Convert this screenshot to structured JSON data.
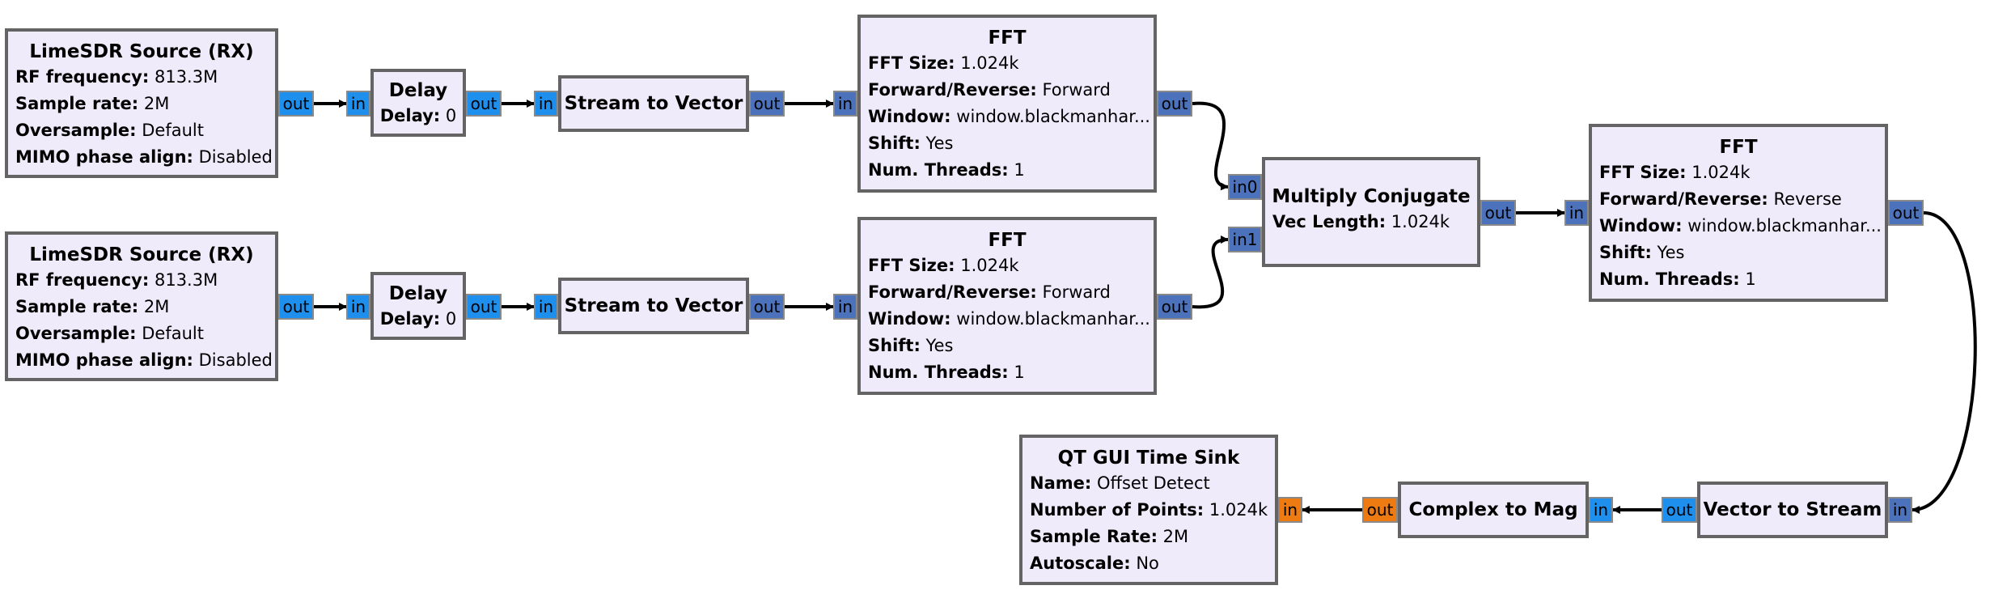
{
  "colors": {
    "block_fill": "#efebfb",
    "block_border": "#646464",
    "port_complex": "#1f8fee",
    "port_complex_vector": "#4b72bb",
    "port_float": "#ee7a12",
    "wire": "#000000"
  },
  "blocks": {
    "src1": {
      "title": "LimeSDR Source (RX)",
      "params": [
        {
          "key": "RF frequency:",
          "value": "813.3M"
        },
        {
          "key": "Sample rate:",
          "value": "2M"
        },
        {
          "key": "Oversample:",
          "value": "Default"
        },
        {
          "key": "MIMO phase align:",
          "value": "Disabled"
        }
      ]
    },
    "src2": {
      "title": "LimeSDR Source (RX)",
      "params": [
        {
          "key": "RF frequency:",
          "value": "813.3M"
        },
        {
          "key": "Sample rate:",
          "value": "2M"
        },
        {
          "key": "Oversample:",
          "value": "Default"
        },
        {
          "key": "MIMO phase align:",
          "value": "Disabled"
        }
      ]
    },
    "delay1": {
      "title": "Delay",
      "params": [
        {
          "key": "Delay:",
          "value": "0"
        }
      ]
    },
    "delay2": {
      "title": "Delay",
      "params": [
        {
          "key": "Delay:",
          "value": "0"
        }
      ]
    },
    "s2v1": {
      "title": "Stream to Vector"
    },
    "s2v2": {
      "title": "Stream to Vector"
    },
    "fft1": {
      "title": "FFT",
      "params": [
        {
          "key": "FFT Size:",
          "value": "1.024k"
        },
        {
          "key": "Forward/Reverse:",
          "value": "Forward"
        },
        {
          "key": "Window:",
          "value": "window.blackmanhar..."
        },
        {
          "key": "Shift:",
          "value": "Yes"
        },
        {
          "key": "Num. Threads:",
          "value": "1"
        }
      ]
    },
    "fft2": {
      "title": "FFT",
      "params": [
        {
          "key": "FFT Size:",
          "value": "1.024k"
        },
        {
          "key": "Forward/Reverse:",
          "value": "Forward"
        },
        {
          "key": "Window:",
          "value": "window.blackmanhar..."
        },
        {
          "key": "Shift:",
          "value": "Yes"
        },
        {
          "key": "Num. Threads:",
          "value": "1"
        }
      ]
    },
    "mult": {
      "title": "Multiply Conjugate",
      "params": [
        {
          "key": "Vec Length:",
          "value": "1.024k"
        }
      ]
    },
    "fft3": {
      "title": "FFT",
      "params": [
        {
          "key": "FFT Size:",
          "value": "1.024k"
        },
        {
          "key": "Forward/Reverse:",
          "value": "Reverse"
        },
        {
          "key": "Window:",
          "value": "window.blackmanhar..."
        },
        {
          "key": "Shift:",
          "value": "Yes"
        },
        {
          "key": "Num. Threads:",
          "value": "1"
        }
      ]
    },
    "v2s": {
      "title": "Vector to Stream"
    },
    "c2m": {
      "title": "Complex to Mag"
    },
    "sink": {
      "title": "QT GUI Time Sink",
      "params": [
        {
          "key": "Name:",
          "value": "Offset Detect"
        },
        {
          "key": "Number of Points:",
          "value": "1.024k"
        },
        {
          "key": "Sample Rate:",
          "value": "2M"
        },
        {
          "key": "Autoscale:",
          "value": "No"
        }
      ]
    }
  },
  "ports": {
    "out": "out",
    "in": "in",
    "in0": "in0",
    "in1": "in1"
  },
  "connections": [
    {
      "from": "src1.out",
      "to": "delay1.in"
    },
    {
      "from": "delay1.out",
      "to": "s2v1.in"
    },
    {
      "from": "s2v1.out",
      "to": "fft1.in"
    },
    {
      "from": "fft1.out",
      "to": "mult.in0"
    },
    {
      "from": "src2.out",
      "to": "delay2.in"
    },
    {
      "from": "delay2.out",
      "to": "s2v2.in"
    },
    {
      "from": "s2v2.out",
      "to": "fft2.in"
    },
    {
      "from": "fft2.out",
      "to": "mult.in1"
    },
    {
      "from": "mult.out",
      "to": "fft3.in"
    },
    {
      "from": "fft3.out",
      "to": "v2s.in"
    },
    {
      "from": "v2s.out",
      "to": "c2m.in"
    },
    {
      "from": "c2m.out",
      "to": "sink.in"
    }
  ]
}
